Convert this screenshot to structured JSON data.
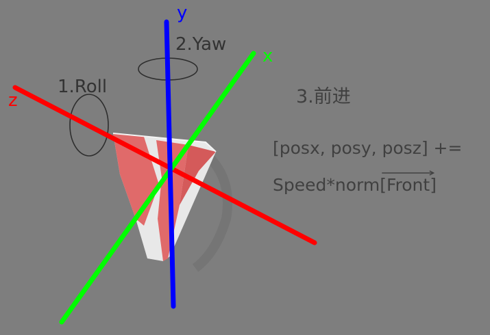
{
  "axes": {
    "y": {
      "label": "y",
      "color": "#0000ff"
    },
    "x": {
      "label": "x",
      "color": "#00ff00"
    },
    "z": {
      "label": "z",
      "color": "#ff0000"
    }
  },
  "rotations": {
    "roll": "1.Roll",
    "yaw": "2.Yaw"
  },
  "step3": {
    "title": "3.前进",
    "formula_line1": "[posx, posy, posz] +=",
    "formula_line2_prefix": "Speed*norm",
    "front_vector": "[Front]"
  },
  "colors": {
    "background": "#7e7e7e",
    "text": "#404040",
    "model_red": "#e06a6a",
    "model_white": "#efefef"
  }
}
